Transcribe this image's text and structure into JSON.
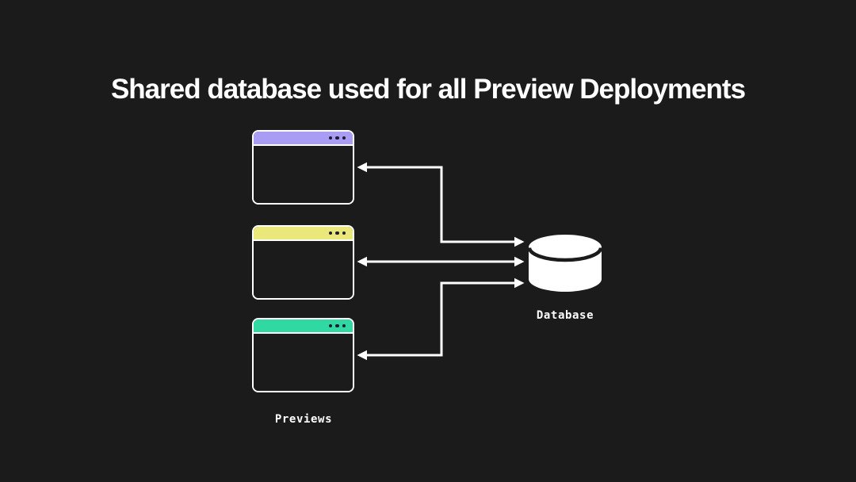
{
  "title": "Shared database used for all Preview Deployments",
  "colors": {
    "background": "#1b1b1b",
    "foreground": "#ffffff",
    "arrow": "#ffffff",
    "window_border": "#ffffff",
    "titlebar_dot": "#1f1b33"
  },
  "previews": {
    "label": "Previews",
    "windows": [
      {
        "id": "preview-1",
        "titlebar_color": "#a89df3"
      },
      {
        "id": "preview-2",
        "titlebar_color": "#ebe87b"
      },
      {
        "id": "preview-3",
        "titlebar_color": "#2fd9a1"
      }
    ]
  },
  "database": {
    "label": "Database"
  },
  "connections": [
    {
      "from": "preview-1",
      "to": "database",
      "bidirectional": true
    },
    {
      "from": "preview-2",
      "to": "database",
      "bidirectional": true
    },
    {
      "from": "preview-3",
      "to": "database",
      "bidirectional": true
    }
  ]
}
